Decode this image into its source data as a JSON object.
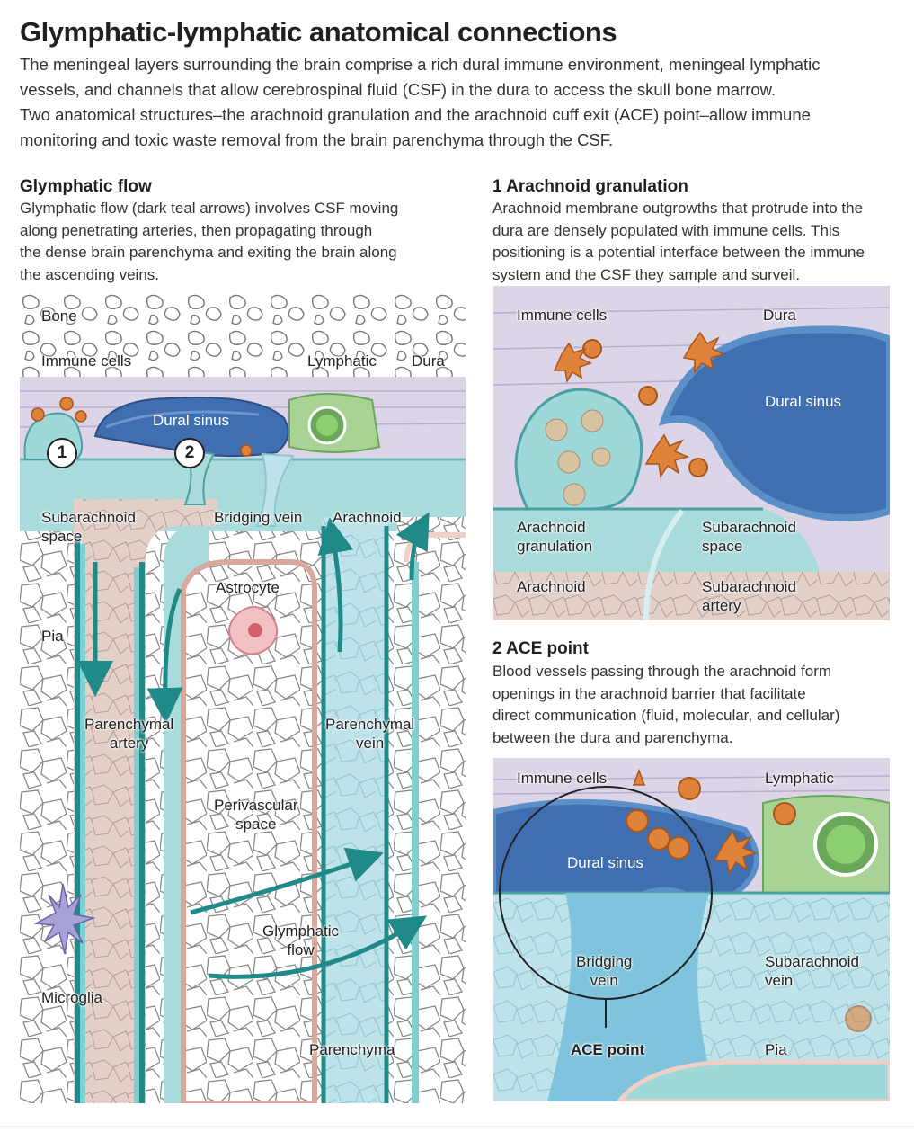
{
  "header": {
    "title": "Glymphatic-lymphatic anatomical connections",
    "intro_line1": "The meningeal layers surrounding the brain comprise a rich dural immune environment, meningeal lymphatic",
    "intro_line2": "vessels, and channels that allow cerebrospinal fluid (CSF) in the dura to access the skull bone marrow.",
    "intro_line3": "Two anatomical structures–the arachnoid granulation and the arachnoid cuff exit (ACE) point–allow immune",
    "intro_line4": "monitoring and toxic waste removal from the brain parenchyma through the CSF."
  },
  "glymphatic": {
    "heading": "Glymphatic flow",
    "text_line1": "Glymphatic flow (dark teal arrows) involves CSF moving",
    "text_line2": "along penetrating arteries, then propagating through",
    "text_line3": "the dense brain parenchyma and exiting the brain along",
    "text_line4": "the ascending veins.",
    "labels": {
      "bone": "Bone",
      "immune_cells": "Immune cells",
      "lymphatic": "Lymphatic",
      "dura": "Dura",
      "dural_sinus": "Dural sinus",
      "marker1": "1",
      "marker2": "2",
      "subarachnoid_1": "Subarachnoid",
      "subarachnoid_2": "space",
      "bridging_vein": "Bridging vein",
      "arachnoid": "Arachnoid",
      "astrocyte": "Astrocyte",
      "pia": "Pia",
      "par_artery_1": "Parenchymal",
      "par_artery_2": "artery",
      "par_vein_1": "Parenchymal",
      "par_vein_2": "vein",
      "perivascular_1": "Perivascular",
      "perivascular_2": "space",
      "glymphatic_flow_1": "Glymphatic",
      "glymphatic_flow_2": "flow",
      "microglia": "Microglia",
      "parenchyma": "Parenchyma"
    }
  },
  "arachnoid_granulation": {
    "heading": "1  Arachnoid granulation",
    "text_line1": "Arachnoid membrane outgrowths that protrude into the",
    "text_line2": "dura are densely populated with immune cells. This",
    "text_line3": "positioning is a potential interface between the immune",
    "text_line4": "system and the CSF they sample and surveil.",
    "labels": {
      "immune_cells": "Immune cells",
      "dura": "Dura",
      "dural_sinus": "Dural sinus",
      "granulation_1": "Arachnoid",
      "granulation_2": "granulation",
      "subarachnoid_1": "Subarachnoid",
      "subarachnoid_2": "space",
      "arachnoid": "Arachnoid",
      "sub_artery_1": "Subarachnoid",
      "sub_artery_2": "artery"
    }
  },
  "ace_point": {
    "heading": "2  ACE point",
    "text_line1": "Blood vessels passing through the arachnoid form",
    "text_line2": "openings in the arachnoid barrier that facilitate",
    "text_line3": "direct communication (fluid, molecular, and cellular)",
    "text_line4": "between the dura and parenchyma.",
    "labels": {
      "immune_cells": "Immune cells",
      "lymphatic": "Lymphatic",
      "dural_sinus": "Dural sinus",
      "bridging_1": "Bridging",
      "bridging_2": "vein",
      "sub_vein_1": "Subarachnoid",
      "sub_vein_2": "vein",
      "ace_point": "ACE point",
      "pia": "Pia"
    }
  },
  "colors": {
    "dura": "#d9d3e6",
    "sinus": "#3f6fb0",
    "csf": "#9fd8d8",
    "teal_arrow": "#1f8a88",
    "artery": "#d9b4ad",
    "lymphatic": "#8fc77c",
    "immune": "#e0833a"
  }
}
